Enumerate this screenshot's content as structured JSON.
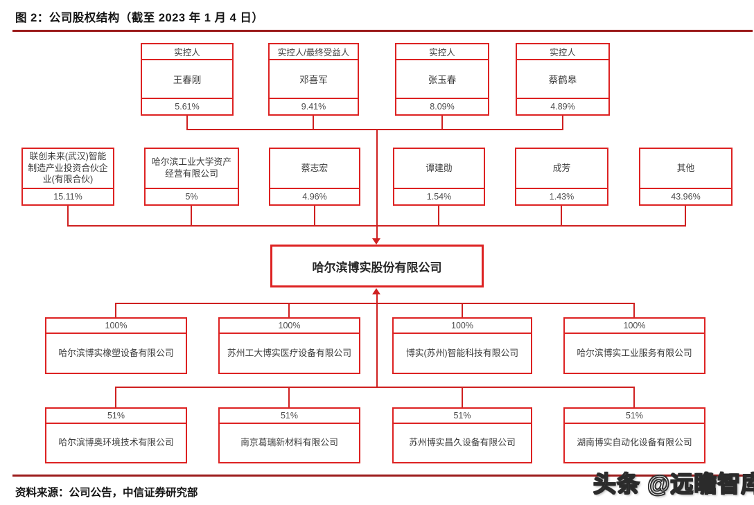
{
  "title": "图 2：公司股权结构（截至 2023 年 1 月 4 日）",
  "source_note": "资料来源：公司公告，中信证券研究部",
  "watermark": "头条 @远瞻智库",
  "company": "哈尔滨博实股份有限公司",
  "controllers": [
    {
      "role": "实控人",
      "name": "王春刚",
      "share": "5.61%"
    },
    {
      "role": "实控人/最终受益人",
      "name": "邓喜军",
      "share": "9.41%"
    },
    {
      "role": "实控人",
      "name": "张玉春",
      "share": "8.09%"
    },
    {
      "role": "实控人",
      "name": "蔡鹤皋",
      "share": "4.89%"
    }
  ],
  "shareholders": [
    {
      "name": "联创未来(武汉)智能制造产业投资合伙企业(有限合伙)",
      "share": "15.11%"
    },
    {
      "name": "哈尔滨工业大学资产经营有限公司",
      "share": "5%"
    },
    {
      "name": "蔡志宏",
      "share": "4.96%"
    },
    {
      "name": "谭建勋",
      "share": "1.54%"
    },
    {
      "name": "成芳",
      "share": "1.43%"
    },
    {
      "name": "其他",
      "share": "43.96%"
    }
  ],
  "subsidiaries_wholly_owned": [
    {
      "share": "100%",
      "name": "哈尔滨博实橡塑设备有限公司"
    },
    {
      "share": "100%",
      "name": "苏州工大博实医疗设备有限公司"
    },
    {
      "share": "100%",
      "name": "博实(苏州)智能科技有限公司"
    },
    {
      "share": "100%",
      "name": "哈尔滨博实工业服务有限公司"
    }
  ],
  "subsidiaries_majority": [
    {
      "share": "51%",
      "name": "哈尔滨博奥环境技术有限公司"
    },
    {
      "share": "51%",
      "name": "南京葛瑞新材料有限公司"
    },
    {
      "share": "51%",
      "name": "苏州博实昌久设备有限公司"
    },
    {
      "share": "51%",
      "name": "湖南博实自动化设备有限公司"
    }
  ],
  "colors": {
    "box_border": "#dd2222",
    "connector": "#cf2020",
    "rule": "#9b1b1b"
  }
}
